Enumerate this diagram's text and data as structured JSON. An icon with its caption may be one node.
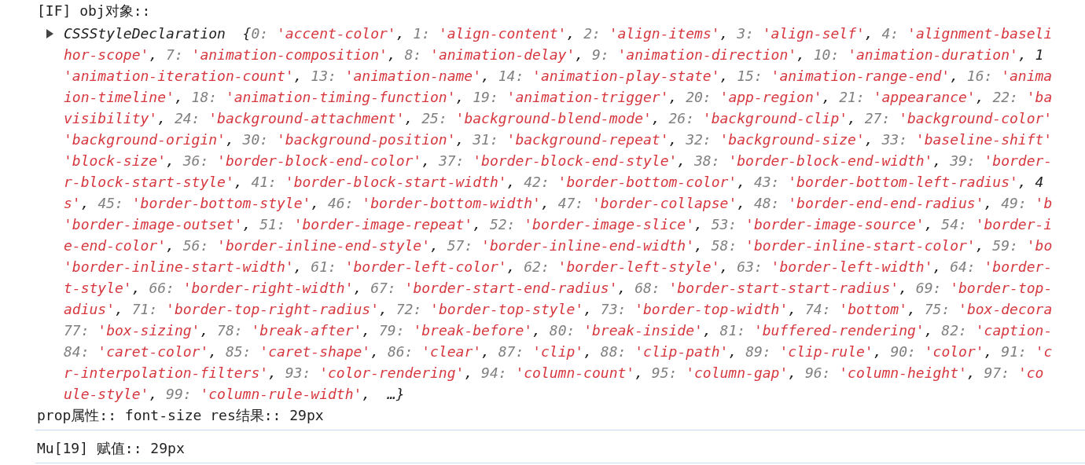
{
  "diagram": {
    "labels": [
      "[IF] obj对象::",
      "CSSStyleDeclaration  {0: 'accent-color', 1: 'align-content', 2: 'align-items', 3: 'align-self', 4: 'alignment-baseli",
      "hor-scope', 7: 'animation-composition', 8: 'animation-delay', 9: 'animation-direction', 10: 'animation-duration', 1",
      "'animation-iteration-count', 13: 'animation-name', 14: 'animation-play-state', 15: 'animation-range-end', 16: 'anima",
      "ion-timeline', 18: 'animation-timing-function', 19: 'animation-trigger', 20: 'app-region', 21: 'appearance', 22: 'ba",
      "visibility', 24: 'background-attachment', 25: 'background-blend-mode', 26: 'background-clip', 27: 'background-color'",
      "'background-origin', 30: 'background-position', 31: 'background-repeat', 32: 'background-size', 33: 'baseline-shift'",
      "'block-size', 36: 'border-block-end-color', 37: 'border-block-end-style', 38: 'border-block-end-width', 39: 'border-",
      "r-block-start-style', 41: 'border-block-start-width', 42: 'border-bottom-color', 43: 'border-bottom-left-radius', 4",
      "s', 45: 'border-bottom-style', 46: 'border-bottom-width', 47: 'border-collapse', 48: 'border-end-end-radius', 49: 'b",
      "'border-image-outset', 51: 'border-image-repeat', 52: 'border-image-slice', 53: 'border-image-source', 54: 'border-i",
      "e-end-color', 56: 'border-inline-end-style', 57: 'border-inline-end-width', 58: 'border-inline-start-color', 59: 'bo",
      "'border-inline-start-width', 61: 'border-left-color', 62: 'border-left-style', 63: 'border-left-width', 64: 'border-",
      "t-style', 66: 'border-right-width', 67: 'border-start-end-radius', 68: 'border-start-start-radius', 69: 'border-top-",
      "adius', 71: 'border-top-right-radius', 72: 'border-top-style', 73: 'border-top-width', 74: 'bottom', 75: 'box-decora",
      "77: 'box-sizing', 78: 'break-after', 79: 'break-before', 80: 'break-inside', 81: 'buffered-rendering', 82: 'caption-",
      "84: 'caret-color', 85: 'caret-shape', 86: 'clear', 87: 'clip', 88: 'clip-path', 89: 'clip-rule', 90: 'color', 91: 'c",
      "r-interpolation-filters', 93: 'color-rendering', 94: 'column-count', 95: 'column-gap', 96: 'column-height', 97: 'co",
      "ule-style', 99: 'column-rule-width',  …}",
      "prop属性:: font-size res结果:: 29px",
      "Mu[19] 赋值:: 29px"
    ]
  }
}
